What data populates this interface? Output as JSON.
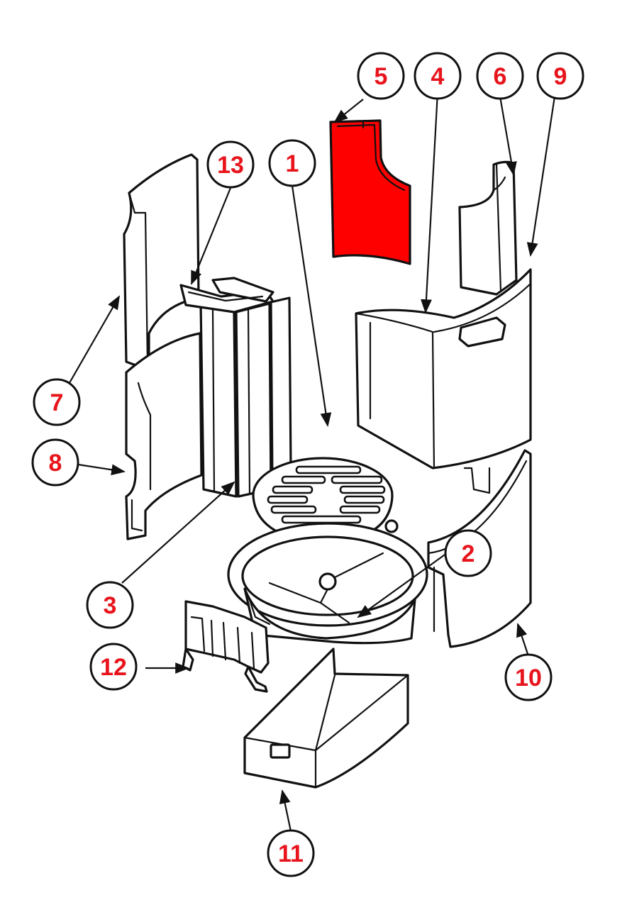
{
  "diagram": {
    "highlight_color": "#ff0000",
    "line_color": "#111111",
    "callout_text_color": "#e8141c",
    "callouts": [
      {
        "id": "1",
        "label": "1"
      },
      {
        "id": "2",
        "label": "2"
      },
      {
        "id": "3",
        "label": "3"
      },
      {
        "id": "4",
        "label": "4"
      },
      {
        "id": "5",
        "label": "5"
      },
      {
        "id": "6",
        "label": "6"
      },
      {
        "id": "7",
        "label": "7"
      },
      {
        "id": "8",
        "label": "8"
      },
      {
        "id": "9",
        "label": "9"
      },
      {
        "id": "10",
        "label": "10"
      },
      {
        "id": "11",
        "label": "11"
      },
      {
        "id": "12",
        "label": "12"
      },
      {
        "id": "13",
        "label": "13"
      }
    ]
  }
}
